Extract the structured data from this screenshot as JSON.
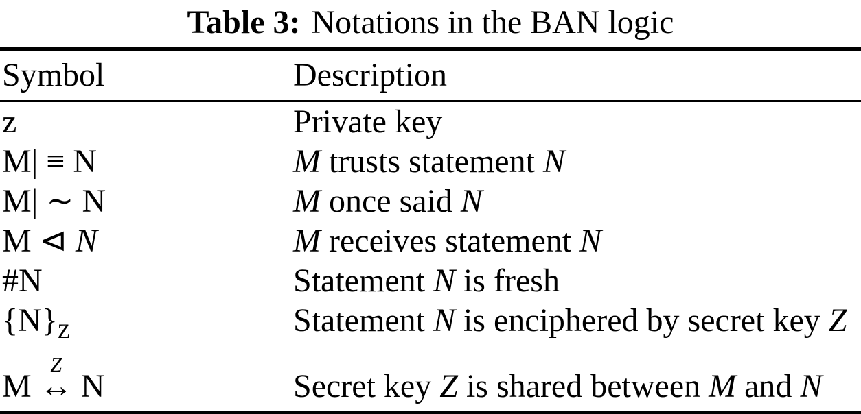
{
  "caption": {
    "label": "Table 3:",
    "text": "Notations in the BAN logic"
  },
  "table": {
    "headers": [
      "Symbol",
      "Description"
    ],
    "rows": [
      {
        "symbol": [
          {
            "t": "z"
          }
        ],
        "description": [
          {
            "t": "Private key"
          }
        ]
      },
      {
        "symbol": [
          {
            "t": "M| ≡ N"
          }
        ],
        "description": [
          {
            "t": "M",
            "i": true
          },
          {
            "t": " trusts statement "
          },
          {
            "t": "N",
            "i": true
          }
        ]
      },
      {
        "symbol": [
          {
            "t": "M| ∼ N"
          }
        ],
        "description": [
          {
            "t": "M",
            "i": true
          },
          {
            "t": " once said "
          },
          {
            "t": "N",
            "i": true
          }
        ]
      },
      {
        "symbol": [
          {
            "t": "M ⊲ "
          },
          {
            "t": "N",
            "i": true
          }
        ],
        "description": [
          {
            "t": "M",
            "i": true
          },
          {
            "t": " receives statement "
          },
          {
            "t": "N",
            "i": true
          }
        ]
      },
      {
        "symbol": [
          {
            "t": "#N"
          }
        ],
        "description": [
          {
            "t": "Statement "
          },
          {
            "t": "N",
            "i": true
          },
          {
            "t": " is fresh"
          }
        ]
      },
      {
        "symbol": [
          {
            "t": "{N}"
          },
          {
            "t": "Z",
            "sub": true
          }
        ],
        "description": [
          {
            "t": "Statement "
          },
          {
            "t": "N",
            "i": true
          },
          {
            "t": " is enciphered by secret key "
          },
          {
            "t": "Z",
            "i": true
          }
        ]
      },
      {
        "symbol": [
          {
            "t": "M "
          },
          {
            "t": "↔",
            "over": "Z"
          },
          {
            "t": " N"
          }
        ],
        "description": [
          {
            "t": "Secret key "
          },
          {
            "t": "Z",
            "i": true
          },
          {
            "t": " is shared between "
          },
          {
            "t": "M",
            "i": true
          },
          {
            "t": " and "
          },
          {
            "t": "N",
            "i": true
          }
        ]
      }
    ]
  }
}
